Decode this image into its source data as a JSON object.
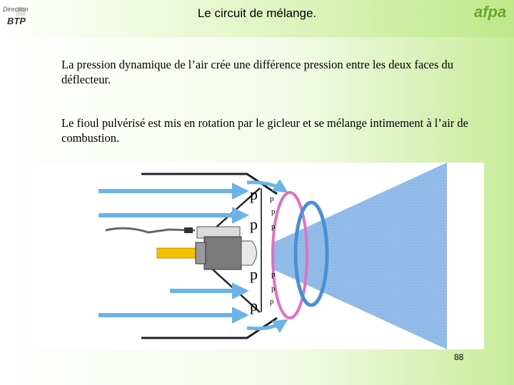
{
  "header": {
    "title": "Le circuit de mélange.",
    "logo_left": {
      "line1": "Direction",
      "line2": "BTP"
    },
    "logo_right": "afpa"
  },
  "paragraphs": [
    "La pression dynamique de l’air crée une différence  pression entre les deux faces du déflecteur.",
    "Le fioul pulvérisé est mis en rotation par le gicleur et se mélange intimement à l’air de combustion."
  ],
  "figure": {
    "big_p_label": "p",
    "small_p_label": "p",
    "colors": {
      "air_arrow": "#6cb3e8",
      "spray": "#5b9be0",
      "rotation_blue": "#4a8fd6",
      "rotation_pink": "#e070c0",
      "fuel_pipe": "#f5c000",
      "burner_body": "#7a7a7a"
    }
  },
  "footer": {
    "page_number": "88"
  }
}
